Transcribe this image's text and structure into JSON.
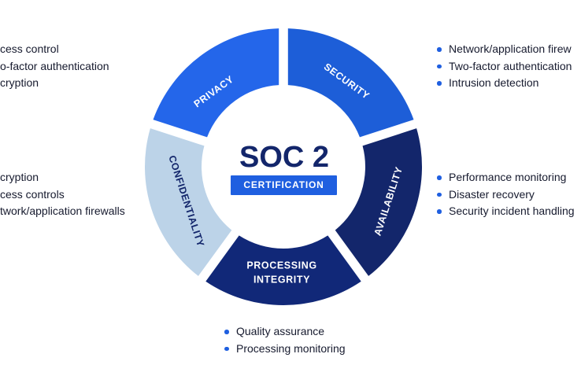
{
  "center": {
    "title": "SOC 2",
    "subtitle": "CERTIFICATION"
  },
  "colors": {
    "privacy": "#2466ea",
    "security": "#1d5ed8",
    "availability": "#13266b",
    "processing": "#112878",
    "confidentiality": "#bcd3e8",
    "badge": "#1f5fe0",
    "bullet": "#1f5fe0"
  },
  "segments": {
    "privacy": {
      "label": "PRIVACY"
    },
    "security": {
      "label": "SECURITY"
    },
    "availability": {
      "label": "AVAILABILITY"
    },
    "processing": {
      "line1": "PROCESSING",
      "line2": "INTEGRITY"
    },
    "confidentiality": {
      "label": "CONFIDENTIALITY"
    }
  },
  "lists": {
    "top_left": [
      "cess control",
      "o-factor authentication",
      "cryption"
    ],
    "mid_left": [
      "cryption",
      "cess controls",
      "twork/application firewalls"
    ],
    "top_right": [
      "Network/application firew",
      "Two-factor authentication",
      "Intrusion detection"
    ],
    "mid_right": [
      "Performance monitoring",
      "Disaster recovery",
      "Security incident handling"
    ],
    "bottom": [
      "Quality assurance",
      "Processing monitoring"
    ]
  }
}
